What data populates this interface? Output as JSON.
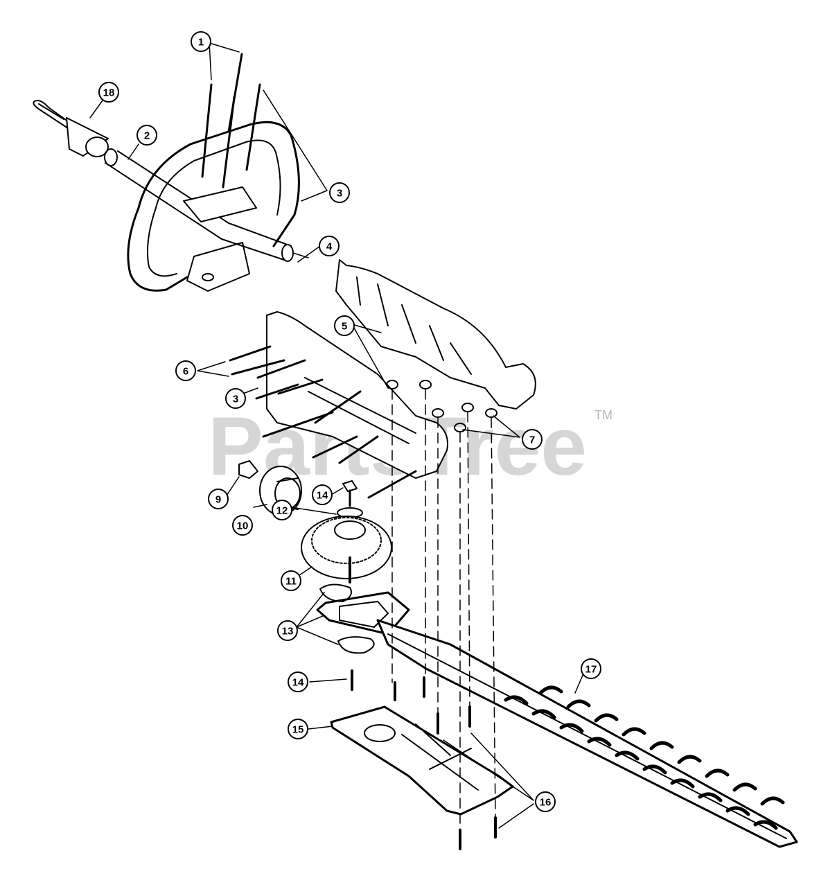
{
  "watermark": {
    "text": "PartsTree",
    "trademark": "TM"
  },
  "callouts": [
    {
      "id": "c1",
      "label": "1"
    },
    {
      "id": "c2",
      "label": "2"
    },
    {
      "id": "c3a",
      "label": "3"
    },
    {
      "id": "c3b",
      "label": "3"
    },
    {
      "id": "c4",
      "label": "4"
    },
    {
      "id": "c5",
      "label": "5"
    },
    {
      "id": "c6",
      "label": "6"
    },
    {
      "id": "c7",
      "label": "7"
    },
    {
      "id": "c9",
      "label": "9"
    },
    {
      "id": "c10",
      "label": "10"
    },
    {
      "id": "c11",
      "label": "11"
    },
    {
      "id": "c12",
      "label": "12"
    },
    {
      "id": "c13",
      "label": "13"
    },
    {
      "id": "c14a",
      "label": "14"
    },
    {
      "id": "c14b",
      "label": "14"
    },
    {
      "id": "c15",
      "label": "15"
    },
    {
      "id": "c16",
      "label": "16"
    },
    {
      "id": "c17",
      "label": "17"
    },
    {
      "id": "c18",
      "label": "18"
    }
  ]
}
